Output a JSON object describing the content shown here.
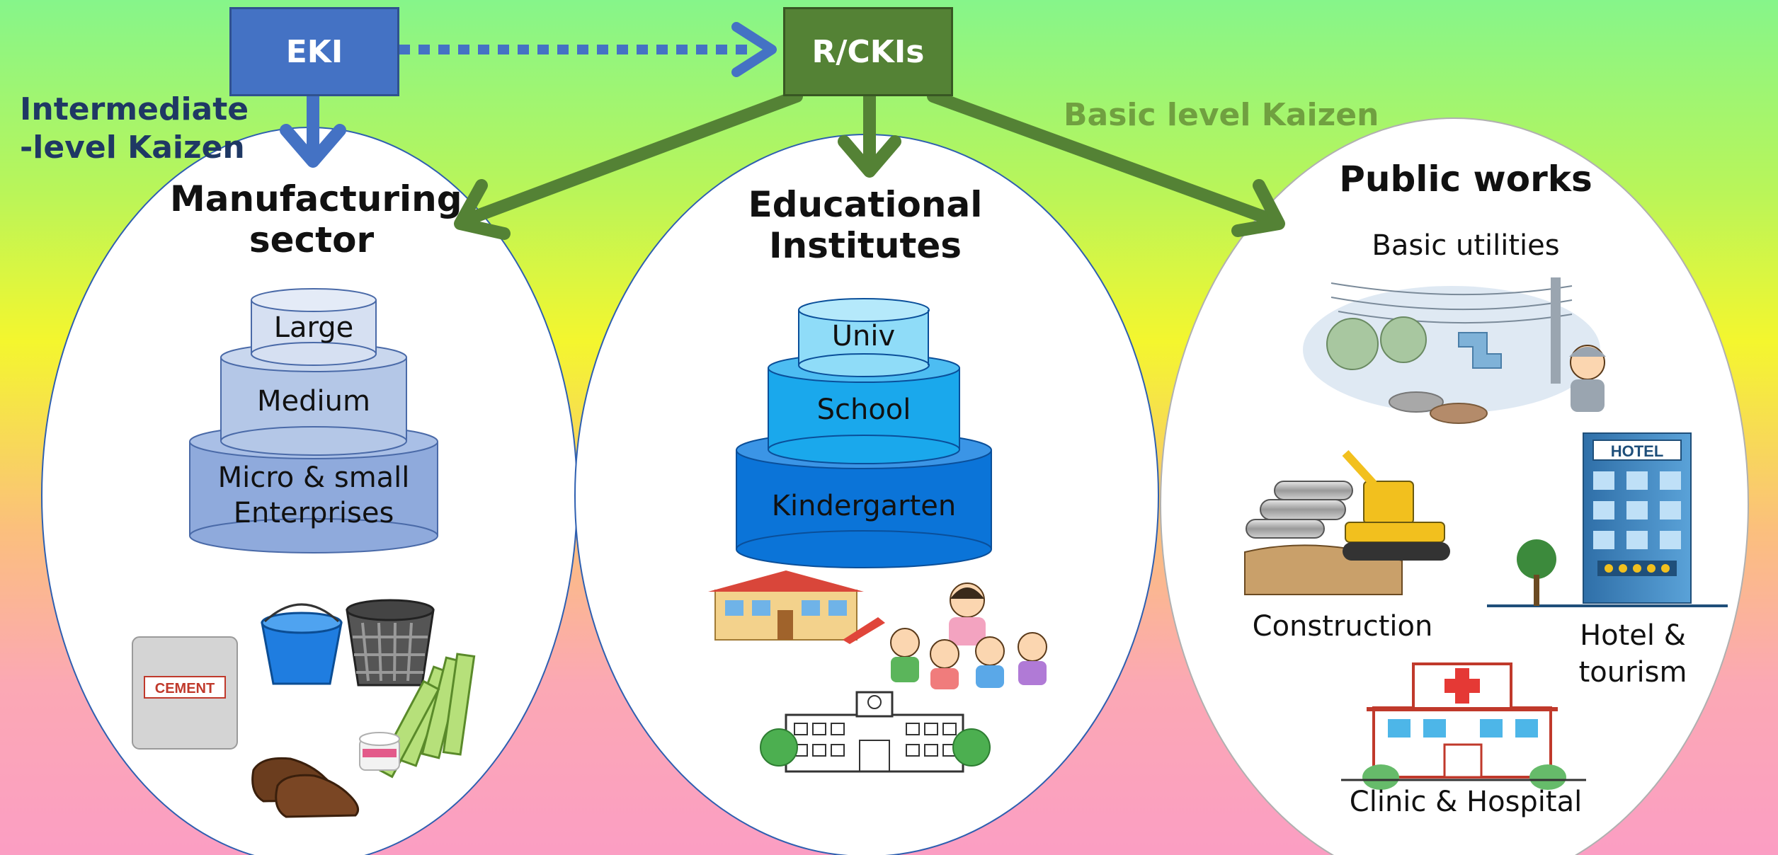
{
  "boxes": {
    "eki": {
      "label": "EKI"
    },
    "rckis": {
      "label": "R/CKIs"
    }
  },
  "levels": {
    "intermediate_line1": "Intermediate",
    "intermediate_line2": "-level Kaizen",
    "basic": "Basic level Kaizen"
  },
  "sectors": {
    "manufacturing": {
      "title_line1": "Manufacturing",
      "title_line2": "sector",
      "tiers": [
        "Large",
        "Medium",
        "Micro & small",
        "Enterprises"
      ]
    },
    "education": {
      "title_line1": "Educational",
      "title_line2": "Institutes",
      "tiers": [
        "Univ",
        "School",
        "Kindergarten"
      ]
    },
    "public": {
      "title": "Public works",
      "items": {
        "utilities": "Basic utilities",
        "construction": "Construction",
        "hotel_line1": "Hotel &",
        "hotel_line2": "tourism",
        "clinic": "Clinic & Hospital"
      }
    }
  },
  "pictures": {
    "cement_bag_text": "CEMENT",
    "hotel_sign_text": "HOTEL"
  },
  "colors": {
    "eki_blue": "#4472c4",
    "rckis_green": "#548235",
    "arrow_green": "#548235",
    "arrow_blue": "#4472c4",
    "intermediate_text": "#1f3864",
    "basic_text": "#70a040"
  }
}
